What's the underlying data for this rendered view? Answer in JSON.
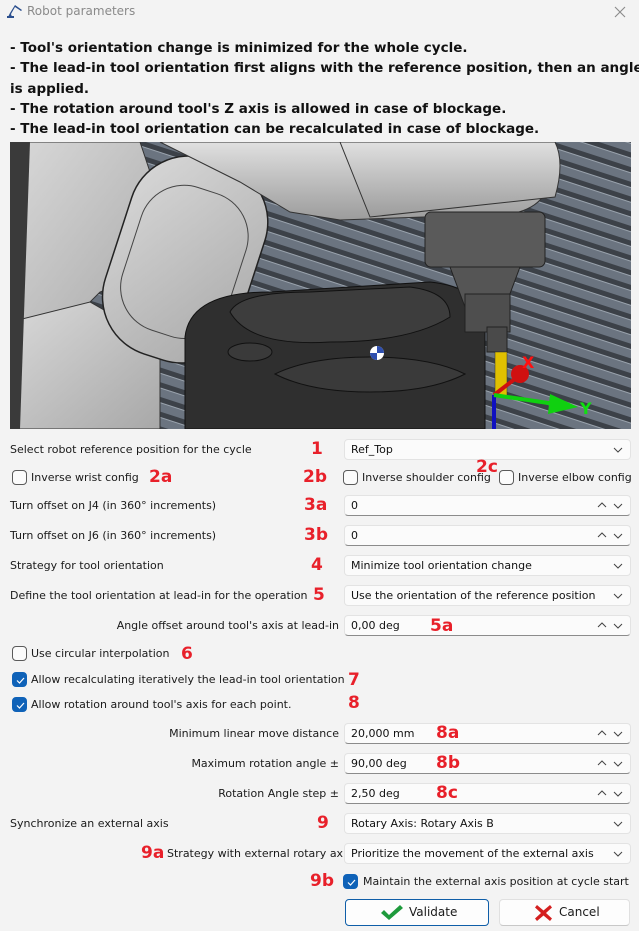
{
  "window": {
    "title": "Robot parameters",
    "icon": "robot-arm-icon",
    "close_icon": "close-icon"
  },
  "description": {
    "lines": [
      "- Tool's orientation change is minimized for the whole cycle.",
      "- The lead-in tool orientation first aligns with the reference position, then an angle offset",
      "is applied.",
      "- The rotation around tool's Z axis is allowed in case of blockage.",
      "- The lead-in tool orientation can be recalculated in case of blockage."
    ]
  },
  "preview": {
    "axis_labels": {
      "x": "X",
      "y": "Y"
    },
    "colors": {
      "x_axis": "#e01010",
      "y_axis": "#10d010",
      "z_axis": "#1010c0",
      "tool": "#e0c000",
      "stripes": "#6c7682"
    }
  },
  "form": {
    "reference_position": {
      "label": "Select robot reference position for the cycle",
      "value": "Ref_Top",
      "marker": "1"
    },
    "inverse_wrist": {
      "label": "Inverse wrist config",
      "checked": false,
      "marker": "2a"
    },
    "inverse_shoulder": {
      "label": "Inverse shoulder config",
      "checked": false,
      "marker": "2b"
    },
    "inverse_elbow": {
      "label": "Inverse elbow config",
      "checked": false,
      "marker": "2c"
    },
    "turn_offset_j4": {
      "label": "Turn offset on J4 (in 360° increments)",
      "value": "0",
      "marker": "3a"
    },
    "turn_offset_j6": {
      "label": "Turn offset on J6 (in 360° increments)",
      "value": "0",
      "marker": "3b"
    },
    "tool_orientation_strategy": {
      "label": "Strategy for tool orientation",
      "value": "Minimize tool orientation change",
      "marker": "4"
    },
    "lead_in_orientation": {
      "label": "Define the tool orientation at lead-in for the operation",
      "value": "Use the orientation of the reference position",
      "marker": "5"
    },
    "angle_offset": {
      "label": "Angle offset around tool's axis at lead-in",
      "value": "0,00 deg",
      "marker": "5a"
    },
    "circular_interpolation": {
      "label": "Use circular interpolation",
      "checked": false,
      "marker": "6"
    },
    "recalculate_lead_in": {
      "label": "Allow recalculating iteratively the lead-in tool orientation",
      "checked": true,
      "marker": "7"
    },
    "rotation_each_point": {
      "label": "Allow rotation around tool's axis for each point.",
      "checked": true,
      "marker": "8"
    },
    "min_linear_move": {
      "label": "Minimum linear move distance",
      "value": "20,000 mm",
      "marker": "8a"
    },
    "max_rotation_angle": {
      "label": "Maximum rotation angle ±",
      "value": "90,00 deg",
      "marker": "8b"
    },
    "rotation_angle_step": {
      "label": "Rotation Angle step ±",
      "value": "2,50 deg",
      "marker": "8c"
    },
    "sync_external_axis": {
      "label": "Synchronize an external axis",
      "value": "Rotary Axis: Rotary Axis B",
      "marker": "9"
    },
    "external_rotary_strategy": {
      "label": "Strategy with external rotary axis",
      "value": "Prioritize the movement of the external axis",
      "marker": "9a"
    },
    "maintain_external_axis": {
      "label": "Maintain the external axis position at cycle start",
      "checked": true,
      "marker": "9b"
    }
  },
  "buttons": {
    "validate": {
      "label": "Validate",
      "icon": "checkmark-icon",
      "color": "#1e9a3c"
    },
    "cancel": {
      "label": "Cancel",
      "icon": "x-mark-icon",
      "color": "#d42020"
    }
  },
  "colors": {
    "accent": "#0f62b8",
    "marker": "#e8202a",
    "background": "#f3f3f3"
  }
}
